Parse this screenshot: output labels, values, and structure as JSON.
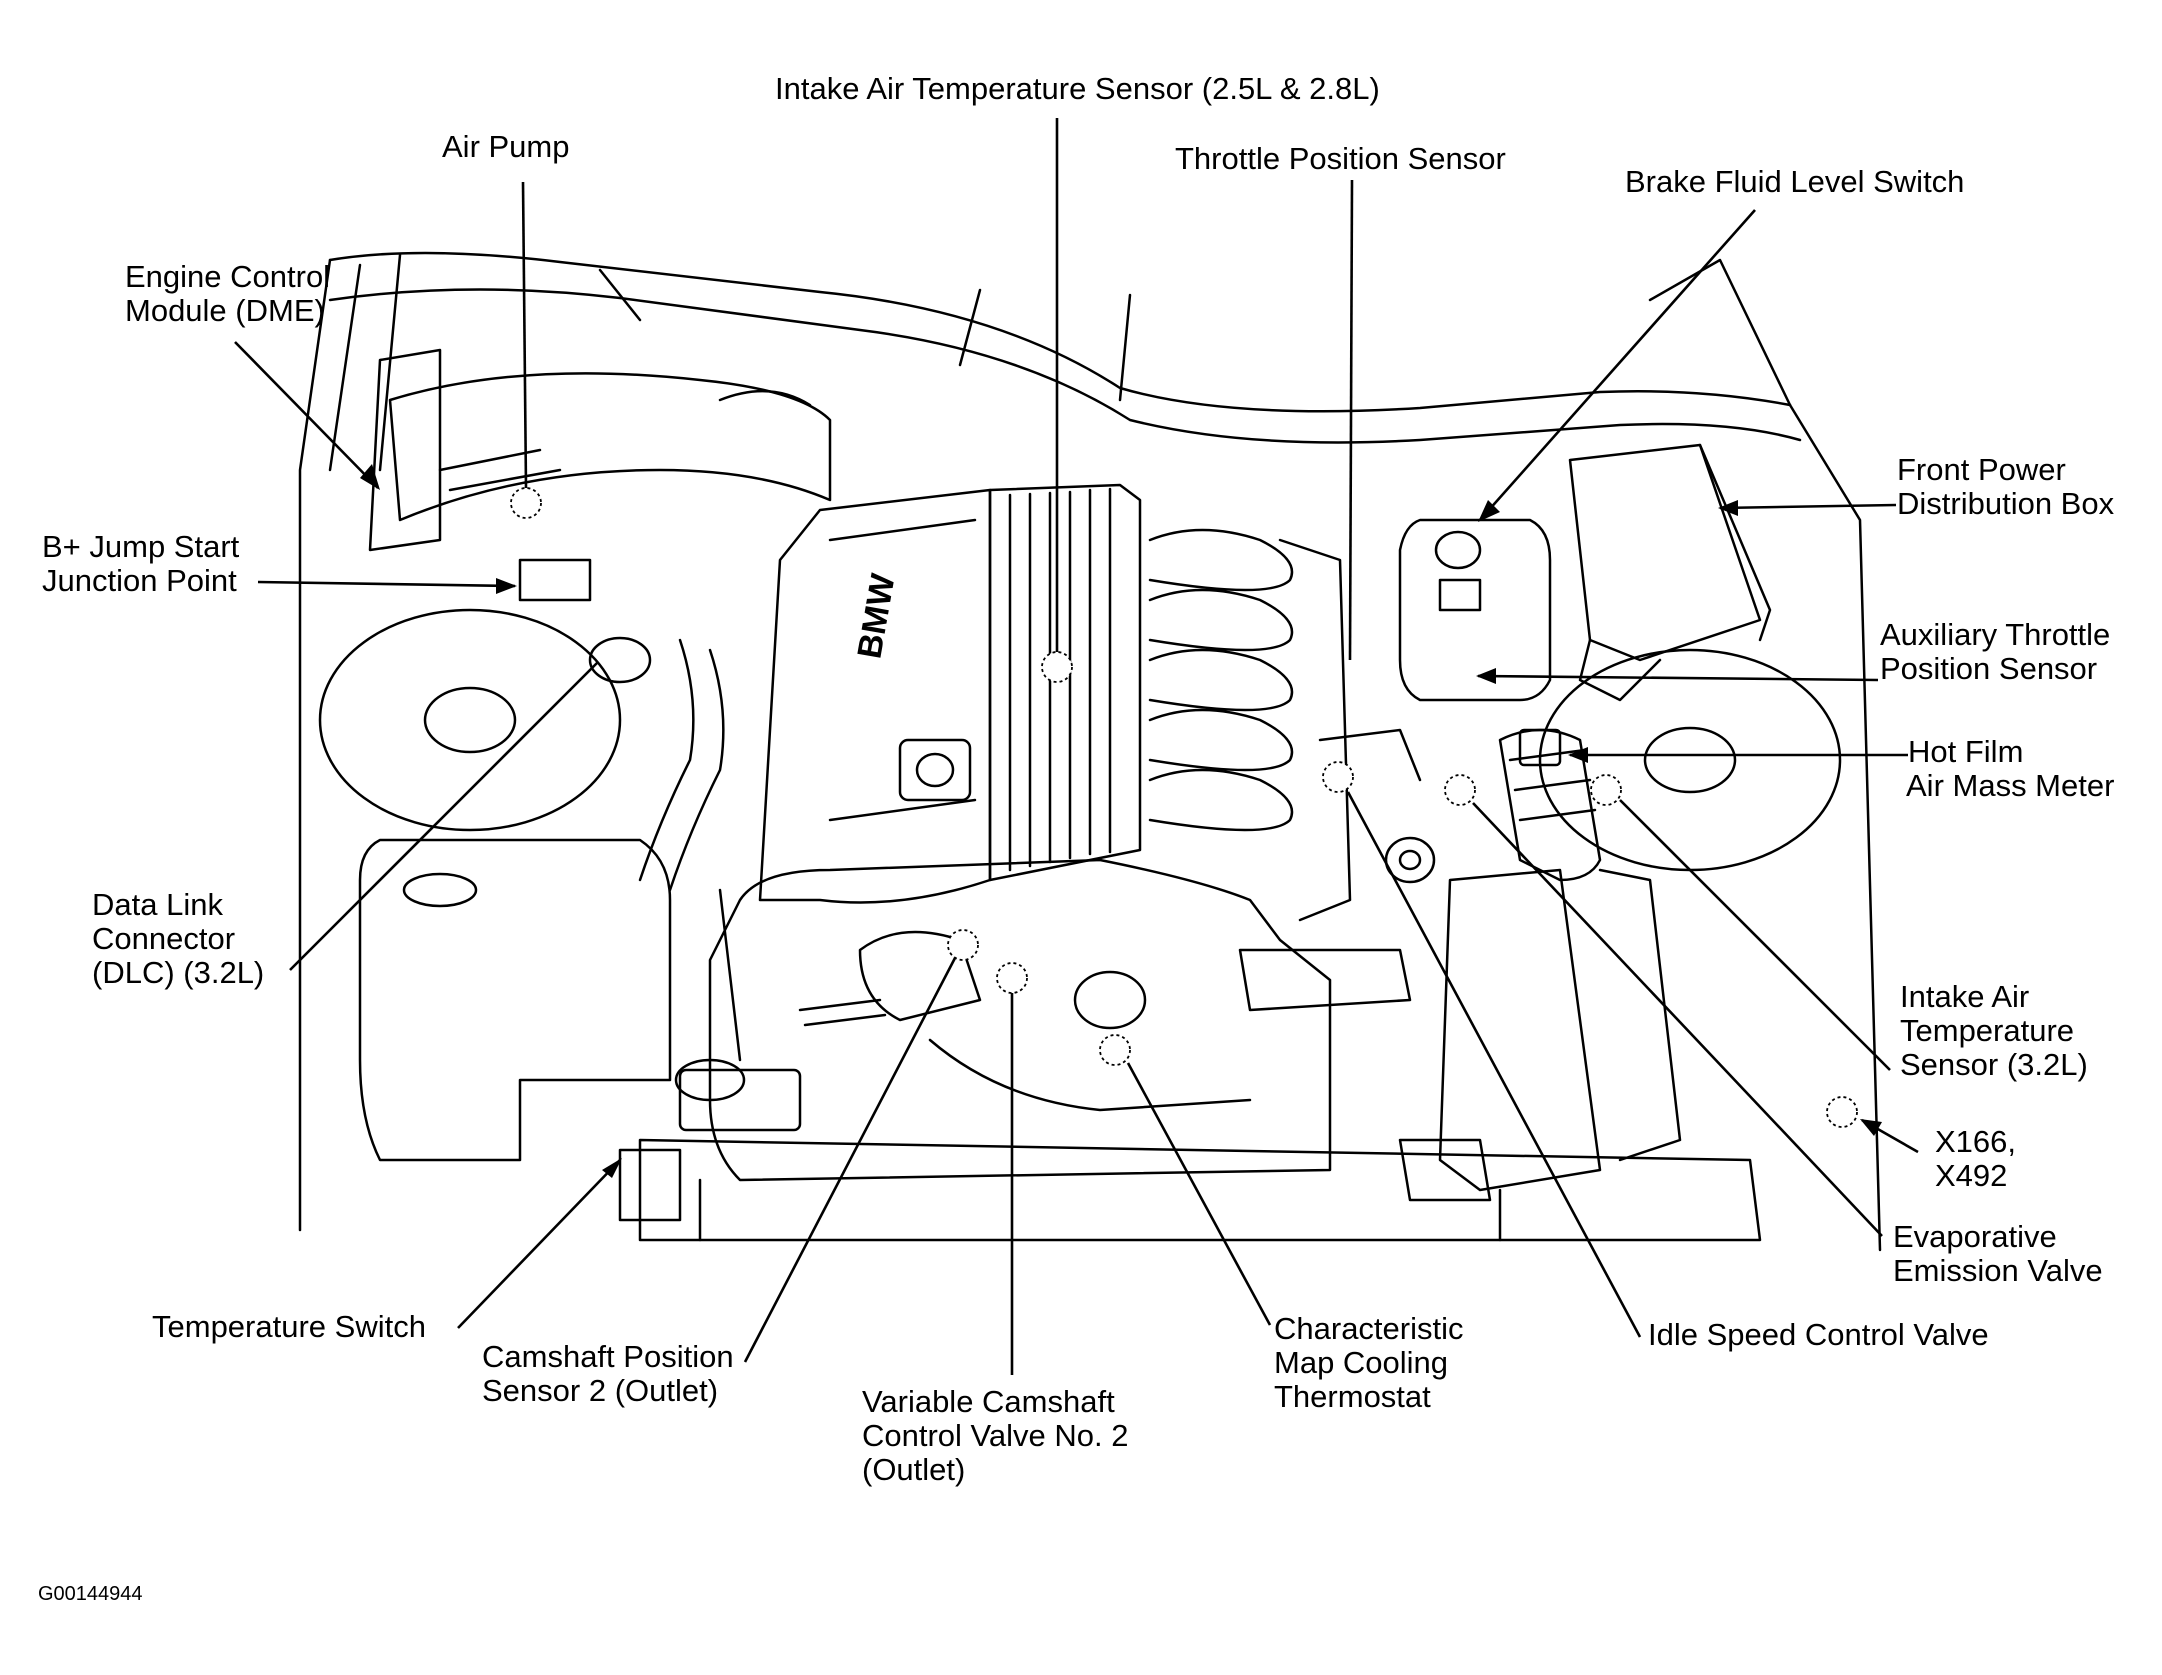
{
  "figure_id": "G00144944",
  "callouts": {
    "iat_25_28": [
      "Intake Air Temperature Sensor (2.5L & 2.8L)"
    ],
    "air_pump": [
      "Air Pump"
    ],
    "tps": [
      "Throttle Position Sensor"
    ],
    "brake_fluid": [
      "Brake Fluid Level Switch"
    ],
    "ecm": [
      "Engine Control",
      "Module (DME)"
    ],
    "front_power": [
      "Front Power",
      "Distribution Box"
    ],
    "jump_start": [
      "B+ Jump Start",
      "Junction Point"
    ],
    "aux_tps": [
      "Auxiliary Throttle",
      "Position Sensor"
    ],
    "hot_film": [
      "Hot Film",
      "Air Mass Meter"
    ],
    "dlc": [
      "Data Link",
      "Connector",
      "(DLC) (3.2L)"
    ],
    "iat_32": [
      "Intake Air",
      "Temperature",
      "Sensor (3.2L)"
    ],
    "x166": [
      "X166,",
      "X492"
    ],
    "evap": [
      "Evaporative",
      "Emission Valve"
    ],
    "temp_switch": [
      "Temperature Switch"
    ],
    "cam_sensor": [
      "Camshaft Position",
      "Sensor 2 (Outlet)"
    ],
    "cam_valve": [
      "Variable Camshaft",
      "Control Valve No. 2",
      "(Outlet)"
    ],
    "thermostat": [
      "Characteristic",
      "Map Cooling",
      "Thermostat"
    ],
    "idle_valve": [
      "Idle Speed Control Valve"
    ]
  },
  "engine_logo": "BMW"
}
